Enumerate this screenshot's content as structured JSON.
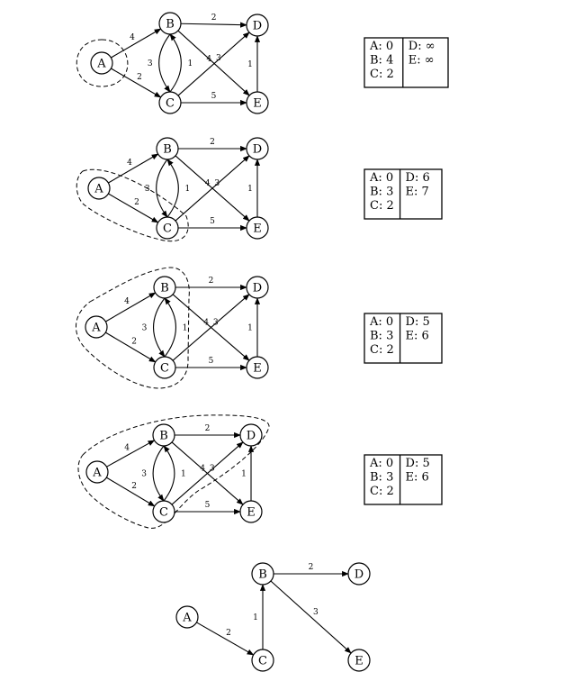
{
  "graph": {
    "nodes": [
      "A",
      "B",
      "C",
      "D",
      "E"
    ],
    "edges": [
      {
        "from": "A",
        "to": "B",
        "weight": "4"
      },
      {
        "from": "A",
        "to": "C",
        "weight": "2"
      },
      {
        "from": "B",
        "to": "C",
        "weight": "3"
      },
      {
        "from": "C",
        "to": "B",
        "weight": "1"
      },
      {
        "from": "B",
        "to": "D",
        "weight": "2"
      },
      {
        "from": "B",
        "to": "E",
        "weight": "3"
      },
      {
        "from": "C",
        "to": "D",
        "weight": "4"
      },
      {
        "from": "C",
        "to": "E",
        "weight": "5"
      },
      {
        "from": "E",
        "to": "D",
        "weight": "1"
      }
    ]
  },
  "steps": [
    {
      "visited": [
        "A"
      ],
      "distances": [
        {
          "node": "A",
          "value": "0"
        },
        {
          "node": "B",
          "value": "4"
        },
        {
          "node": "C",
          "value": "2"
        },
        {
          "node": "D",
          "value": "∞"
        },
        {
          "node": "E",
          "value": "∞"
        }
      ]
    },
    {
      "visited": [
        "A",
        "C"
      ],
      "distances": [
        {
          "node": "A",
          "value": "0"
        },
        {
          "node": "B",
          "value": "3"
        },
        {
          "node": "C",
          "value": "2"
        },
        {
          "node": "D",
          "value": "6"
        },
        {
          "node": "E",
          "value": "7"
        }
      ]
    },
    {
      "visited": [
        "A",
        "B",
        "C"
      ],
      "distances": [
        {
          "node": "A",
          "value": "0"
        },
        {
          "node": "B",
          "value": "3"
        },
        {
          "node": "C",
          "value": "2"
        },
        {
          "node": "D",
          "value": "5"
        },
        {
          "node": "E",
          "value": "6"
        }
      ]
    },
    {
      "visited": [
        "A",
        "B",
        "C",
        "D"
      ],
      "distances": [
        {
          "node": "A",
          "value": "0"
        },
        {
          "node": "B",
          "value": "3"
        },
        {
          "node": "C",
          "value": "2"
        },
        {
          "node": "D",
          "value": "5"
        },
        {
          "node": "E",
          "value": "6"
        }
      ]
    }
  ],
  "shortest_path_tree": {
    "edges": [
      {
        "from": "A",
        "to": "C",
        "weight": "2"
      },
      {
        "from": "C",
        "to": "B",
        "weight": "1"
      },
      {
        "from": "B",
        "to": "D",
        "weight": "2"
      },
      {
        "from": "B",
        "to": "E",
        "weight": "3"
      }
    ]
  }
}
